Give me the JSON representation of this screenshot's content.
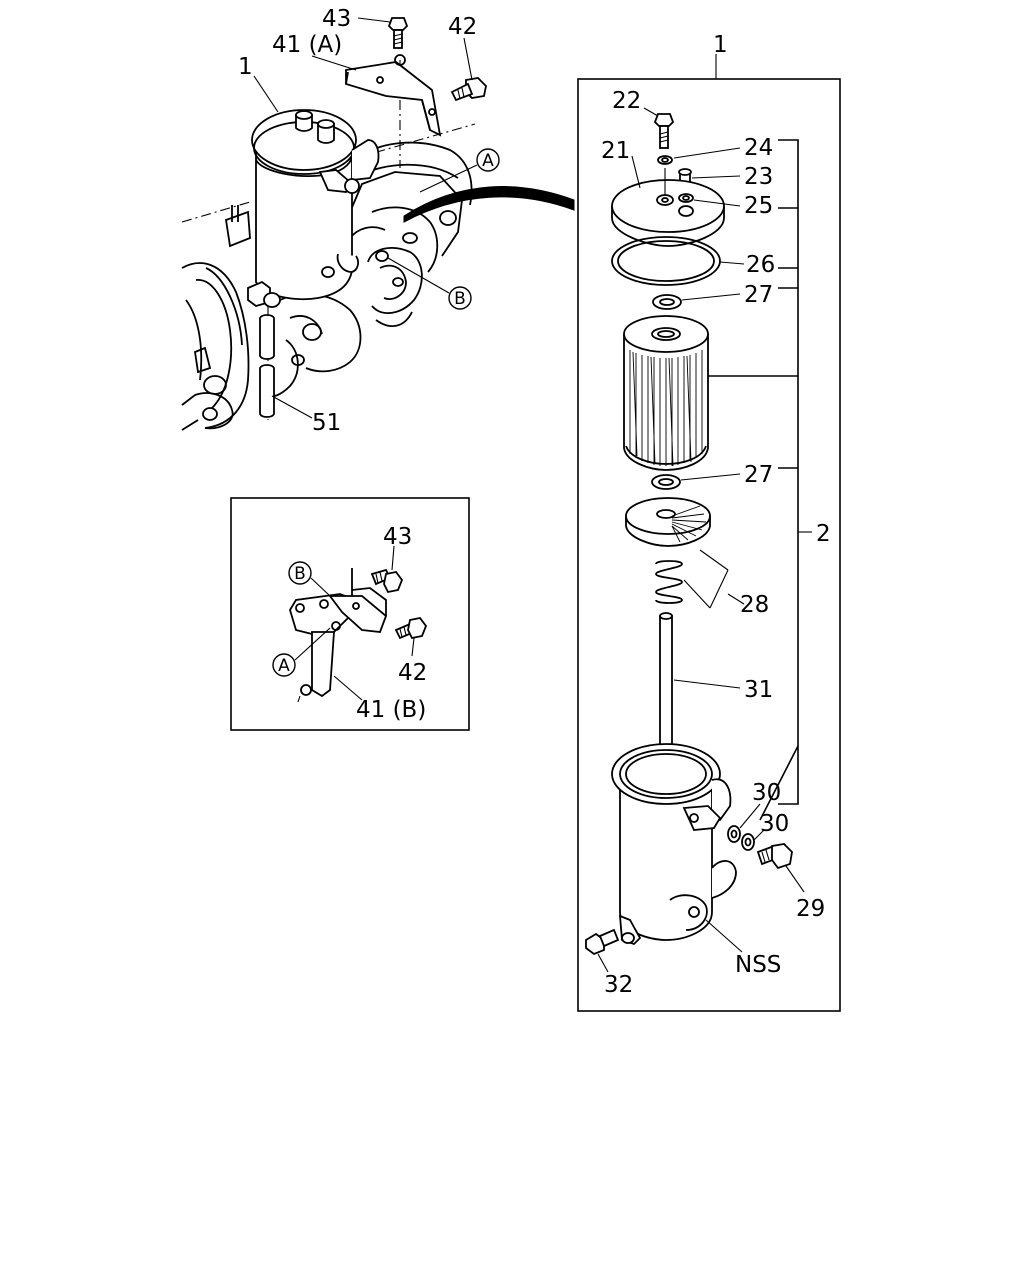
{
  "diagram": {
    "engine_view": {
      "labels": {
        "bolt_top": "43",
        "bolt_side": "42",
        "bracket": "41 (A)",
        "filter_assembly": "1",
        "hose": "51",
        "callout_a": "A",
        "callout_b": "B"
      }
    },
    "detail_view": {
      "labels": {
        "bolt_top": "43",
        "bolt_side": "42",
        "bracket": "41 (B)",
        "callout_a": "A",
        "callout_b": "B"
      }
    },
    "exploded_view": {
      "labels": {
        "assembly": "1",
        "kit": "2",
        "bolt_cap": "22",
        "cap": "21",
        "washer_24": "24",
        "plug_23": "23",
        "washer_25": "25",
        "o_ring": "26",
        "seal_upper": "27",
        "seal_lower": "27",
        "spring_seat": "28",
        "center_pipe": "31",
        "washer_30a": "30",
        "washer_30b": "30",
        "eye_bolt": "29",
        "case": "NSS",
        "drain_plug": "32"
      }
    }
  }
}
